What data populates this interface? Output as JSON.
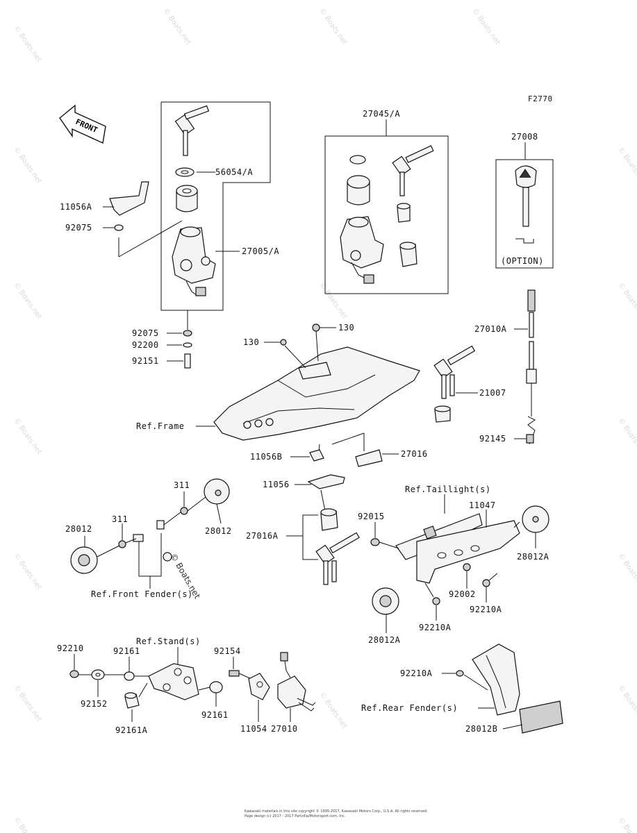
{
  "figure_code": "F2770",
  "front_arrow_text": "FRONT",
  "option_text": "(OPTION)",
  "watermark_text": "© Boats.net",
  "copyright_line1": "Kawasaki materials in this site copyright © 1995-2017, Kawasaki Motors Corp., U.S.A. All rights reserved.",
  "copyright_line2": "Page design (c) 2017 - 2017 Partzilla/Motorsport.com, Inc.",
  "labels": {
    "p56054": "56054/A",
    "p11056A": "11056A",
    "p92075a": "92075",
    "p27005": "27005/A",
    "p92075b": "92075",
    "p92200": "92200",
    "p92151": "92151",
    "p27045": "27045/A",
    "p27008": "27008",
    "p27010A": "27010A",
    "p130a": "130",
    "p130b": "130",
    "p21007": "21007",
    "refFrame": "Ref.Frame",
    "p92145": "92145",
    "p11056B": "11056B",
    "p27016": "27016",
    "p11056": "11056",
    "p311a": "311",
    "p311b": "311",
    "p28012a": "28012",
    "p28012b": "28012",
    "refTaillight": "Ref.Taillight(s)",
    "p11047": "11047",
    "p92015": "92015",
    "p27016A": "27016A",
    "p28012A1": "28012A",
    "refFrontFender": "Ref.Front Fender(s)",
    "p92002": "92002",
    "p92210A1": "92210A",
    "p92210A2": "92210A",
    "p28012A2": "28012A",
    "refStand": "Ref.Stand(s)",
    "p92210": "92210",
    "p92161a": "92161",
    "p92154": "92154",
    "p92152": "92152",
    "p92161b": "92161",
    "p92161A": "92161A",
    "p11054": "11054",
    "p27010": "27010",
    "p92210A3": "92210A",
    "refRearFender": "Ref.Rear Fender(s)",
    "p28012B": "28012B"
  }
}
